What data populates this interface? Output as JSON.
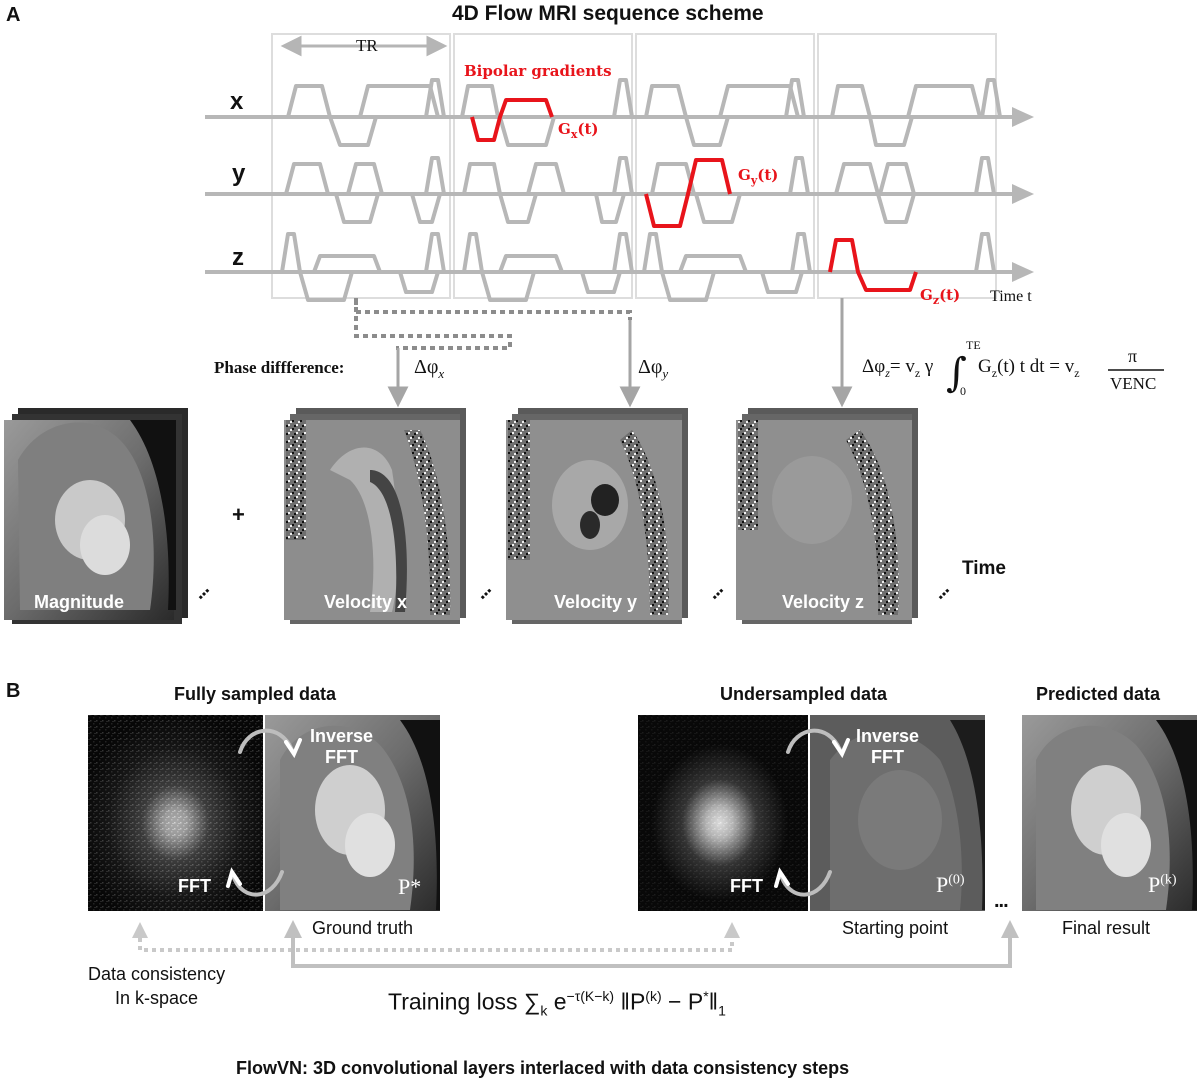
{
  "panel_a": {
    "letter": "A",
    "title": "4D Flow MRI sequence scheme",
    "tr_label": "TR",
    "bipolar_label": "Bipolar gradients",
    "axes": [
      "x",
      "y",
      "z"
    ],
    "gx": "G",
    "gx_sub": "x",
    "gx_tail": "(t)",
    "gy": "G",
    "gy_sub": "y",
    "gy_tail": "(t)",
    "gz": "G",
    "gz_sub": "z",
    "gz_tail": "(t)",
    "time_label": "Time t",
    "phase_diff_label": "Phase diffference:",
    "dphi_x": "Δφ",
    "dphi_x_sub": "x",
    "dphi_y": "Δφ",
    "dphi_y_sub": "y",
    "formula_lhs": "Δφ",
    "formula_lhs_sub": "z",
    "formula_mid": "= v",
    "formula_mid_sub": "z",
    "formula_gamma": " γ",
    "formula_int_top": "TE",
    "formula_int_bot": "0",
    "formula_integrand": "G",
    "formula_integrand_sub": "z",
    "formula_integrand_tail": "(t) t dt = v",
    "formula_v_sub": "z",
    "formula_frac_num": "π",
    "formula_frac_den": "VENC",
    "plus": "+",
    "images": [
      {
        "label": "Magnitude"
      },
      {
        "label": "Velocity x"
      },
      {
        "label": "Velocity y"
      },
      {
        "label": "Velocity z"
      }
    ],
    "ellipsis": "...",
    "time_label_big": "Time"
  },
  "panel_b": {
    "letter": "B",
    "fully_sampled": "Fully sampled data",
    "undersampled": "Undersampled data",
    "predicted": "Predicted data",
    "inverse_fft": "Inverse\nFFT",
    "inverse_fft_1": "Inverse",
    "inverse_fft_2": "FFT",
    "fft": "FFT",
    "p_star": "P*",
    "p0": "P",
    "p0_sup": "(0)",
    "pk": "P",
    "pk_sup": "(k)",
    "ellipsis": "...",
    "ground_truth": "Ground truth",
    "starting_point": "Starting point",
    "final_result": "Final result",
    "dc_line1": "Data consistency",
    "dc_line2": "In k-space",
    "loss_prefix": "Training loss ∑",
    "loss_k": "k",
    "loss_e": " e",
    "loss_exp": "−τ(K−k)",
    "loss_norm": "‖P",
    "loss_norm_sup": "(k)",
    "loss_norm_rest": " − P",
    "loss_star": "*",
    "loss_close": "‖",
    "loss_one": "1",
    "caption": "FlowVN: 3D convolutional layers interlaced with data consistency steps"
  }
}
